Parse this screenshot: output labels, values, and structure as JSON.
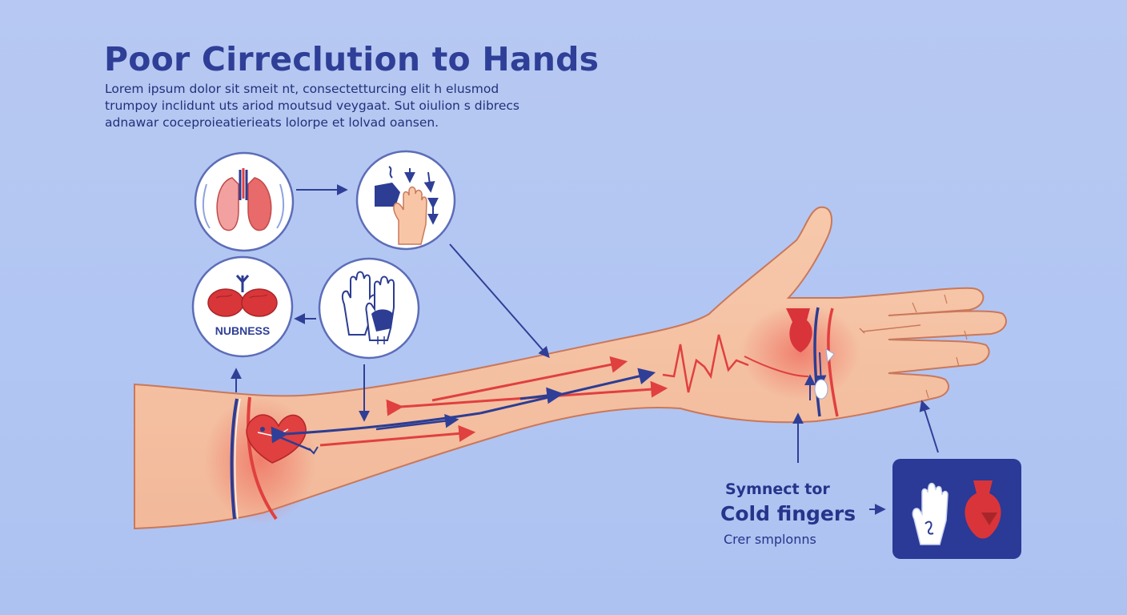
{
  "header": {
    "title": "Poor Cirreclution to Hands",
    "description_lines": [
      "Lorem ipsum dolor sit smeit nt, consectetturcing elit h elusmod",
      "trumpoy inclidunt uts ariod moutsud veygaat. Sut oiulion s dibrecs",
      "adnawar coceproieatierieats lolorpe et lolvad oansen."
    ]
  },
  "circles": [
    {
      "icon": "lungs-heart-icon"
    },
    {
      "icon": "hand-motion-icon"
    },
    {
      "icon": "numb-organ-icon",
      "label": "NUBNESS"
    },
    {
      "icon": "gloved-hands-icon"
    }
  ],
  "symptom": {
    "line1": "Symnect tor",
    "line2": "Cold fingers",
    "line3": "Crer smplonns",
    "card_icons": [
      "glove-icon",
      "organ-icon"
    ]
  },
  "colors": {
    "navy": "#2f3f97",
    "artery_red": "#e0403f",
    "vein_blue": "#2c3d93",
    "skin": "#f6c4a6",
    "card_bg": "#2a3a96"
  }
}
